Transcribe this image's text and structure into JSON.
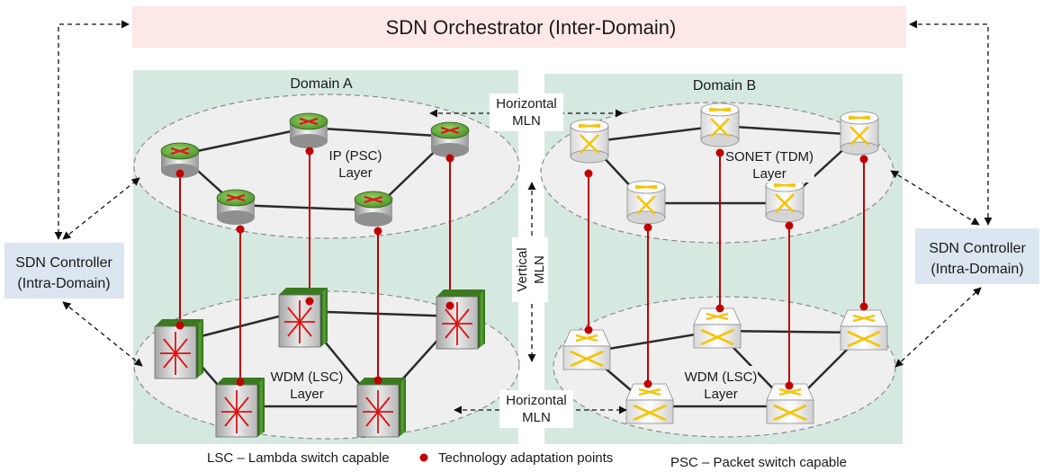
{
  "orchestrator": {
    "label": "SDN Orchestrator (Inter-Domain)"
  },
  "controller_left": {
    "line1": "SDN Controller",
    "line2": "(Intra-Domain)"
  },
  "controller_right": {
    "line1": "SDN Controller",
    "line2": "(Intra-Domain)"
  },
  "domain_a": {
    "title": "Domain A",
    "top_layer": {
      "line1": "IP (PSC)",
      "line2": "Layer"
    },
    "bottom_layer": {
      "line1": "WDM (LSC)",
      "line2": "Layer"
    }
  },
  "domain_b": {
    "title": "Domain B",
    "top_layer": {
      "line1": "SONET (TDM)",
      "line2": "Layer"
    },
    "bottom_layer": {
      "line1": "WDM (LSC)",
      "line2": "Layer"
    }
  },
  "mln": {
    "horizontal_top": {
      "line1": "Horizontal",
      "line2": "MLN"
    },
    "horizontal_bottom": {
      "line1": "Horizontal",
      "line2": "MLN"
    },
    "vertical": {
      "line1": "Vertical",
      "line2": "MLN"
    }
  },
  "legend": {
    "lsc": "LSC – Lambda switch capable",
    "tap": "Technology adaptation points",
    "psc": "PSC – Packet switch capable"
  },
  "colors": {
    "orchestrator_bg": "#fce8e6",
    "controller_bg": "#dce6f1",
    "domain_bg": "#d6e9e1",
    "layer_bg": "#efefef",
    "adaptation_red": "#c00000",
    "router_green": "#63b13a",
    "switch_green": "#2f6a1a",
    "sonet_yellow": "#f5c400"
  }
}
